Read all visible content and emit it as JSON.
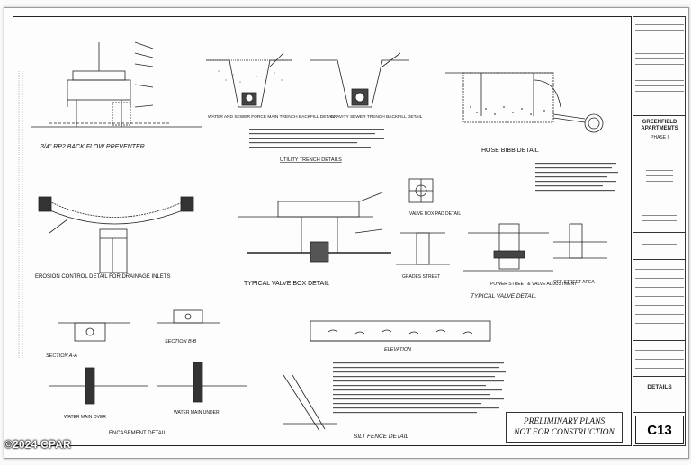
{
  "watermark": "©2024 CPAR",
  "details": {
    "backflow_title": "3/4\" RP2 BACK FLOW PREVENTER",
    "water_sewer_title": "WATER AND SEWER FORCE MAIN TRENCH BACKFILL DETAIL",
    "gravity_sewer_title": "GRAVITY SEWER TRENCH BACKFILL DETAIL",
    "utility_title": "UTILITY TRENCH DETAILS",
    "hose_bibb_title": "HOSE BIBB DETAIL",
    "erosion_title": "EROSION CONTROL DETAIL FOR DRAINAGE INLETS",
    "valve_box_title": "TYPICAL VALVE BOX DETAIL",
    "valve_pad_title": "VALVE BOX PAD DETAIL",
    "grades_title": "GRADES STREET",
    "power_street_title": "POWER STREET & VALVE ADJUSTMENT",
    "typical_valve_title": "TYPICAL VALVE DETAIL",
    "off_street_title": "OFF STREET AREA",
    "section_aa": "SECTION A-A",
    "section_bb": "SECTION B-B",
    "water_main_over": "WATER MAIN OVER",
    "water_main_under": "WATER MAIN UNDER",
    "encasement_title": "ENCASEMENT DETAIL",
    "elevation_label": "ELEVATION",
    "silt_fence_title": "SILT FENCE DETAIL"
  },
  "stamp": {
    "line1": "PRELIMINARY PLANS",
    "line2": "NOT FOR CONSTRUCTION"
  },
  "title_block": {
    "project_name": "GREENFIELD APARTMENTS",
    "phase": "PHASE I",
    "sheet_title": "DETAILS",
    "sheet_number": "C13"
  }
}
